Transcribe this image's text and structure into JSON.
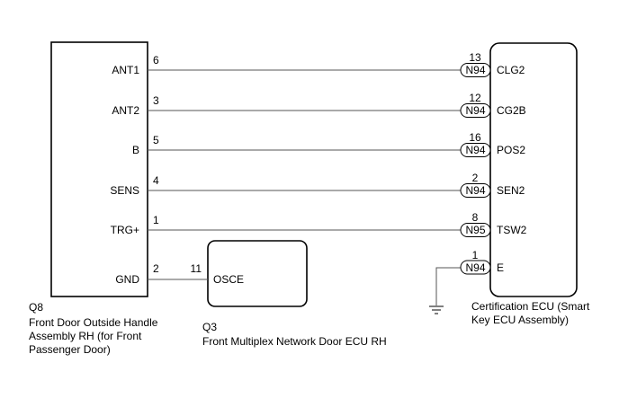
{
  "left_component": {
    "code": "Q8",
    "name_lines": [
      "Front Door Outside Handle",
      "Assembly RH (for Front",
      "Passenger Door)"
    ]
  },
  "right_component": {
    "name_lines": [
      "Certification ECU (Smart",
      "Key ECU Assembly)"
    ]
  },
  "middle_component": {
    "code": "Q3",
    "name": "Front Multiplex Network Door ECU RH",
    "terminal": {
      "name": "OSCE",
      "pin": "11"
    }
  },
  "wires": [
    {
      "left_terminal": "ANT1",
      "left_pin": "6",
      "right_pin": "13",
      "connector": "N94",
      "right_terminal": "CLG2"
    },
    {
      "left_terminal": "ANT2",
      "left_pin": "3",
      "right_pin": "12",
      "connector": "N94",
      "right_terminal": "CG2B"
    },
    {
      "left_terminal": "B",
      "left_pin": "5",
      "right_pin": "16",
      "connector": "N94",
      "right_terminal": "POS2"
    },
    {
      "left_terminal": "SENS",
      "left_pin": "4",
      "right_pin": "2",
      "connector": "N94",
      "right_terminal": "SEN2"
    },
    {
      "left_terminal": "TRG+",
      "left_pin": "1",
      "right_pin": "8",
      "connector": "N95",
      "right_terminal": "TSW2"
    }
  ],
  "gnd_wire": {
    "left_terminal": "GND",
    "left_pin": "2"
  },
  "ground_wire": {
    "right_pin": "1",
    "connector": "N94",
    "right_terminal": "E"
  },
  "colors": {
    "wire": "#555555",
    "outline": "#000000",
    "background": "#ffffff"
  }
}
